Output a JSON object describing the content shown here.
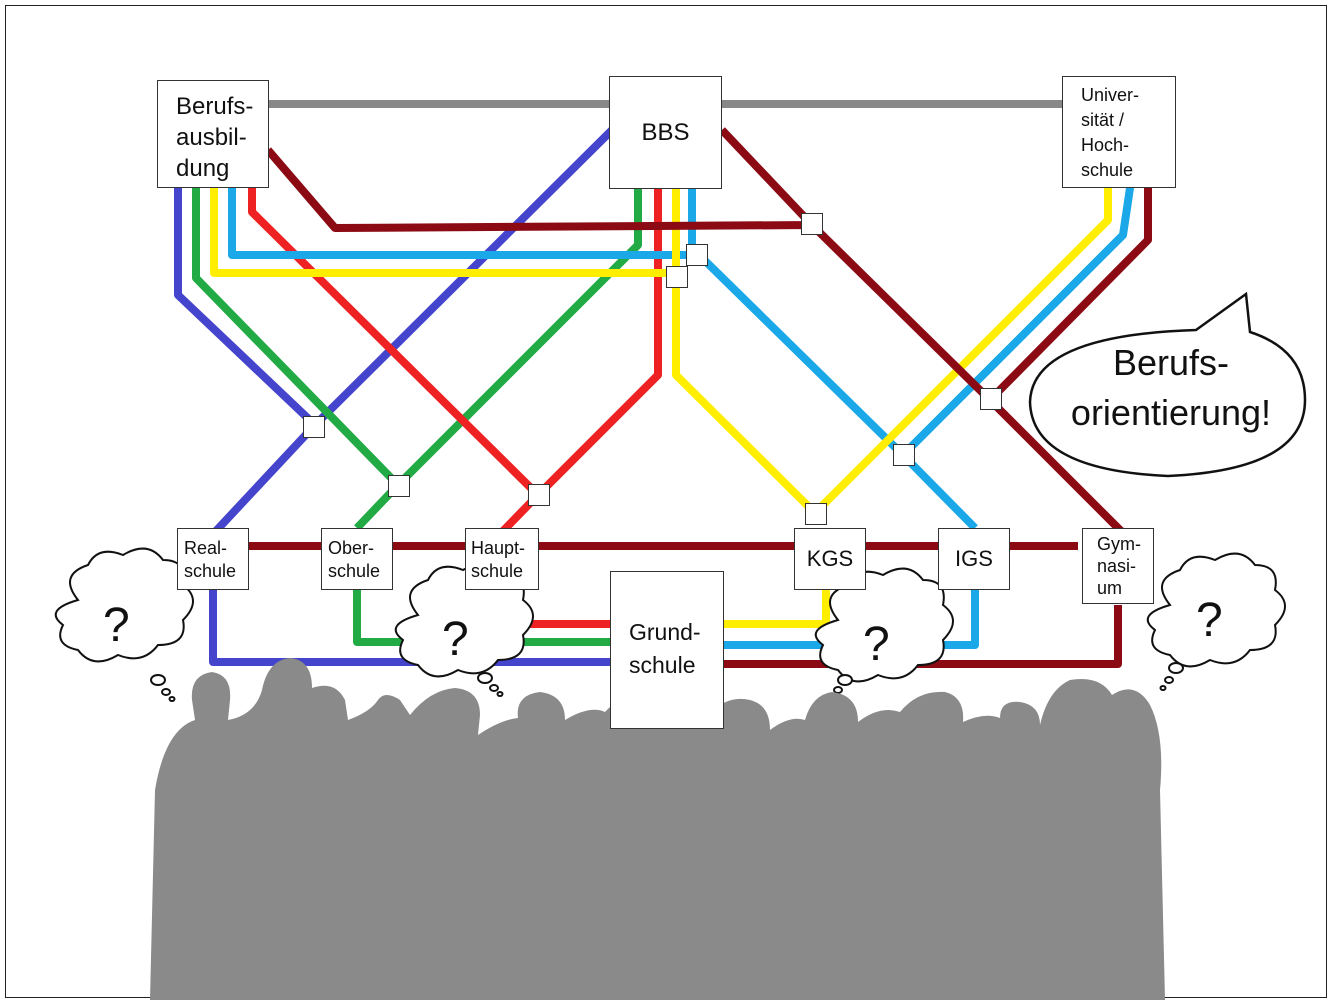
{
  "colors": {
    "grey": "#888888",
    "blue": "#4444cc",
    "green": "#22aa44",
    "red": "#ee2222",
    "cyan": "#1aa8e8",
    "yellow": "#ffee00",
    "darkred": "#8b0a14",
    "silhouette": "#8a8a8a"
  },
  "nodes": {
    "berufsausbildung": {
      "lines": [
        "Berufs-",
        "ausbil-",
        "dung"
      ]
    },
    "bbs": {
      "lines": [
        "BBS"
      ]
    },
    "hochschule": {
      "lines": [
        "Univer-",
        "sität /",
        "Hoch-",
        "schule"
      ]
    },
    "realschule": {
      "lines": [
        "Real-",
        "schule"
      ]
    },
    "oberschule": {
      "lines": [
        "Ober-",
        "schule"
      ]
    },
    "hauptschule": {
      "lines": [
        "Haupt-",
        "schule"
      ]
    },
    "kgs": {
      "lines": [
        "KGS"
      ]
    },
    "igs": {
      "lines": [
        "IGS"
      ]
    },
    "gymnasium": {
      "lines": [
        "Gym-",
        "nasi-",
        "um"
      ]
    },
    "grundschule": {
      "lines": [
        "Grund-",
        "schule"
      ]
    }
  },
  "speech_bubble": {
    "lines": [
      "Berufs-",
      "orientierung!"
    ]
  },
  "thought_bubbles": [
    "?",
    "?",
    "?",
    "?"
  ],
  "icons": [
    "thought-bubble-icon",
    "speech-bubble-icon",
    "people-silhouette-icon"
  ]
}
